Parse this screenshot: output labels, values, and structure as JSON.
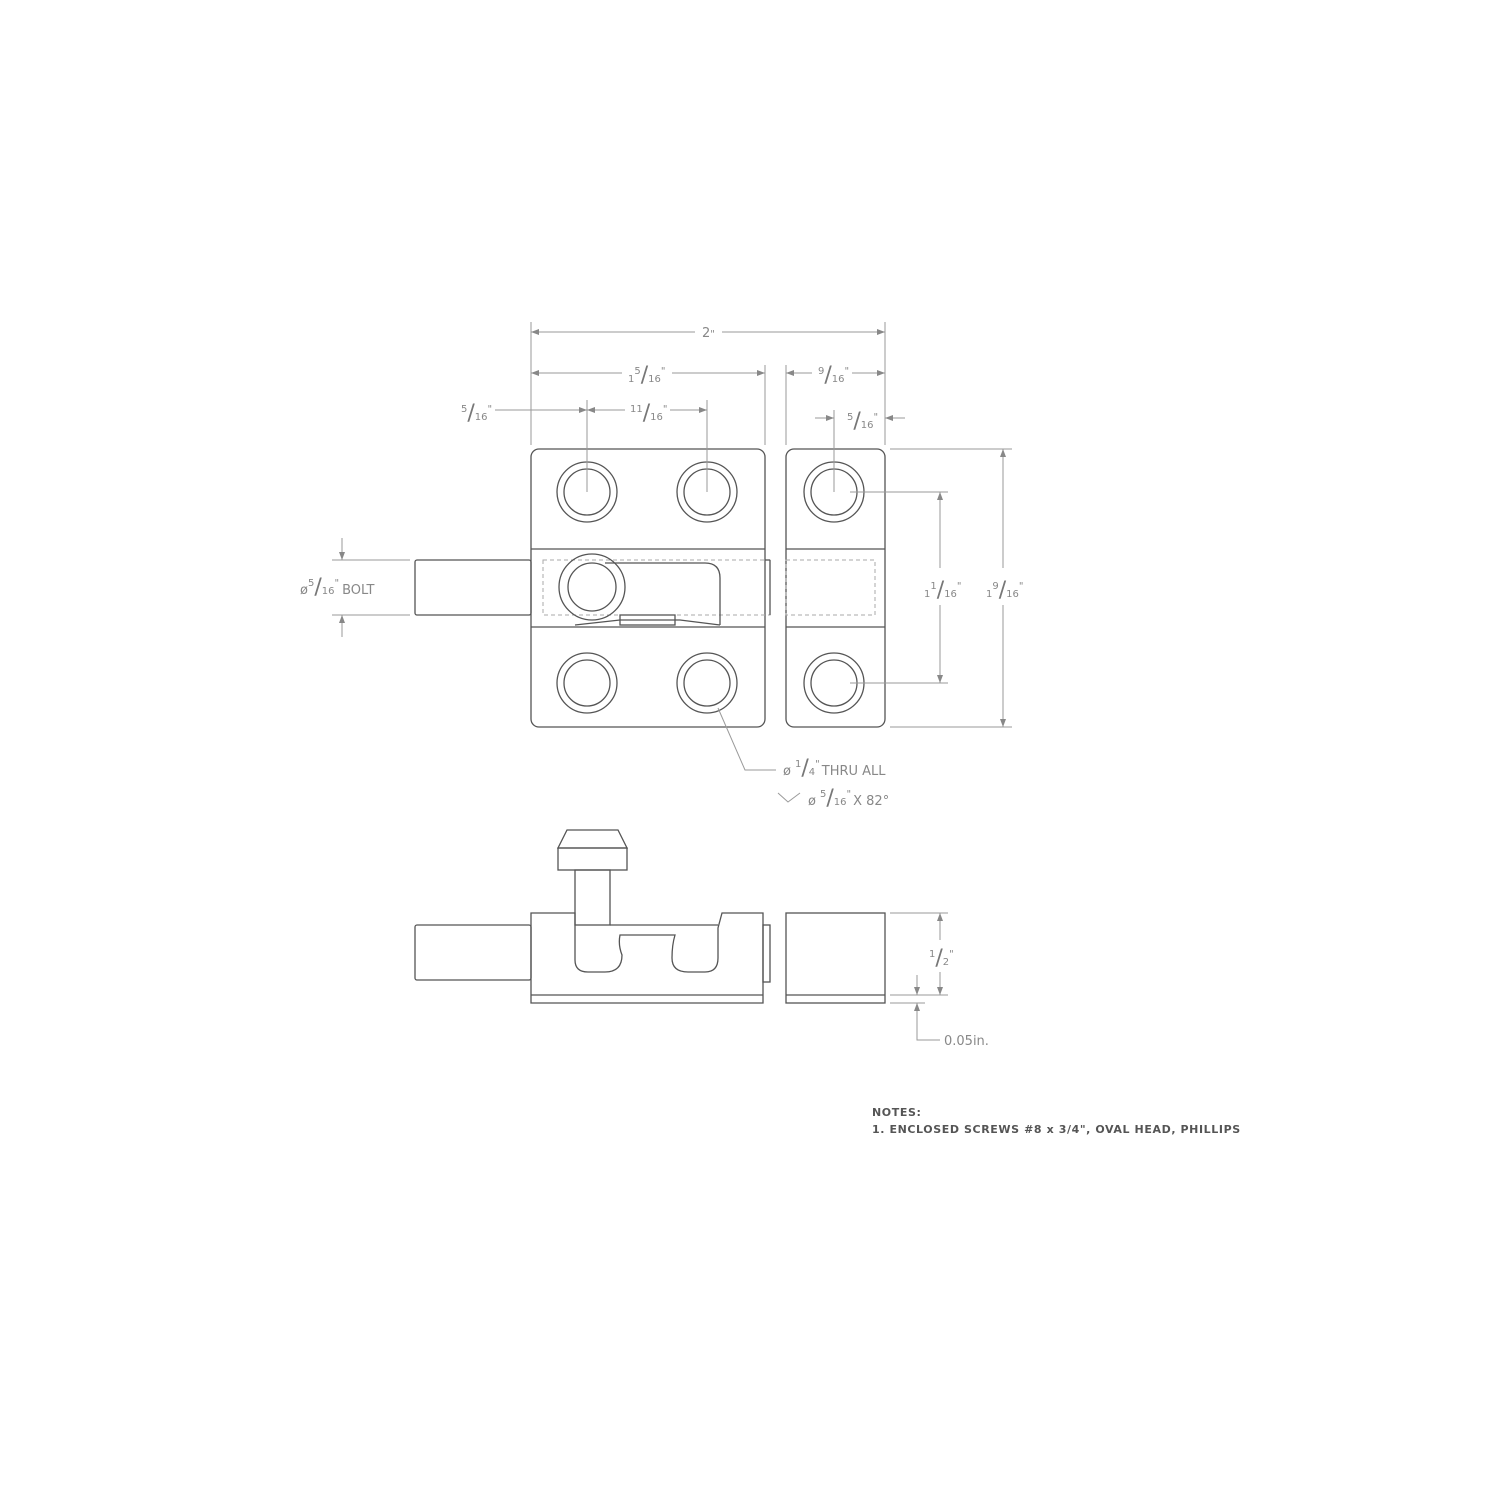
{
  "dimensions": {
    "overall_width": {
      "whole": "2",
      "unit": "\""
    },
    "latch_width": {
      "whole": "1",
      "num": "5",
      "den": "16",
      "unit": "\""
    },
    "strike_width": {
      "num": "9",
      "den": "16",
      "unit": "\""
    },
    "hole_offset_left": {
      "num": "5",
      "den": "16",
      "unit": "\""
    },
    "hole_spacing": {
      "num": "11",
      "den": "16",
      "unit": "\""
    },
    "strike_hole_offset": {
      "num": "5",
      "den": "16",
      "unit": "\""
    },
    "strike_hole_spacing": {
      "whole": "1",
      "num": "1",
      "den": "16",
      "unit": "\""
    },
    "overall_height": {
      "whole": "1",
      "num": "9",
      "den": "16",
      "unit": "\""
    },
    "bolt_diameter": {
      "symbol": "ø",
      "num": "5",
      "den": "16",
      "unit": "\"",
      "suffix": "BOLT"
    },
    "hole_callout": {
      "symbol": "ø",
      "num": "1",
      "den": "4",
      "unit": "\"",
      "suffix": "THRU ALL"
    },
    "countersink_callout": {
      "symbol": "ø",
      "num": "5",
      "den": "16",
      "unit": "\"",
      "suffix": "X 82°"
    },
    "thickness": {
      "num": "1",
      "den": "2",
      "unit": "\""
    },
    "base_offset": {
      "text": "0.05in."
    }
  },
  "notes": {
    "heading": "NOTES:",
    "items": [
      "1.  ENCLOSED SCREWS #8 x 3/4\", OVAL HEAD, PHILLIPS"
    ]
  },
  "colors": {
    "line": "#555555",
    "dimension": "#888888"
  }
}
